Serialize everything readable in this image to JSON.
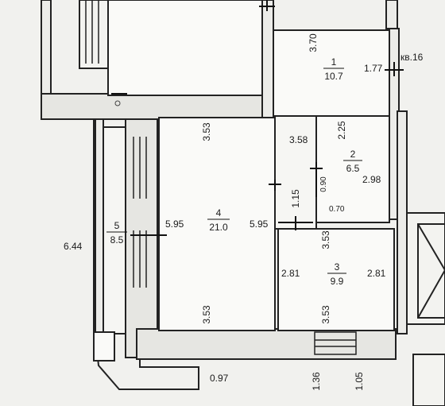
{
  "plan": {
    "apartment_label": "кв.16",
    "rooms": [
      {
        "id": "1",
        "number": "1",
        "area": "10.7"
      },
      {
        "id": "2",
        "number": "2",
        "area": "6.5"
      },
      {
        "id": "3",
        "number": "3",
        "area": "9.9"
      },
      {
        "id": "4",
        "number": "4",
        "area": "21.0"
      },
      {
        "id": "5",
        "number": "5",
        "area": "8.5"
      }
    ],
    "dimensions": {
      "room1_top": "3.70",
      "room1_right": "1.77",
      "room4_top": "3.53",
      "room4_left": "5.95",
      "room4_right": "5.95",
      "room4_bottom": "3.53",
      "hall_width": "3.58",
      "hall_height": "1.15",
      "room2_top": "2.25",
      "room2_right": "2.98",
      "room2_door": "0.90",
      "room2_bottom": "0.70",
      "room3_top": "3.53",
      "room3_left": "2.81",
      "room3_right": "2.81",
      "room3_bottom": "3.53",
      "loggia_length": "6.44",
      "bottom_a": "0.97",
      "bottom_b": "1.36",
      "bottom_c": "1.05"
    }
  }
}
